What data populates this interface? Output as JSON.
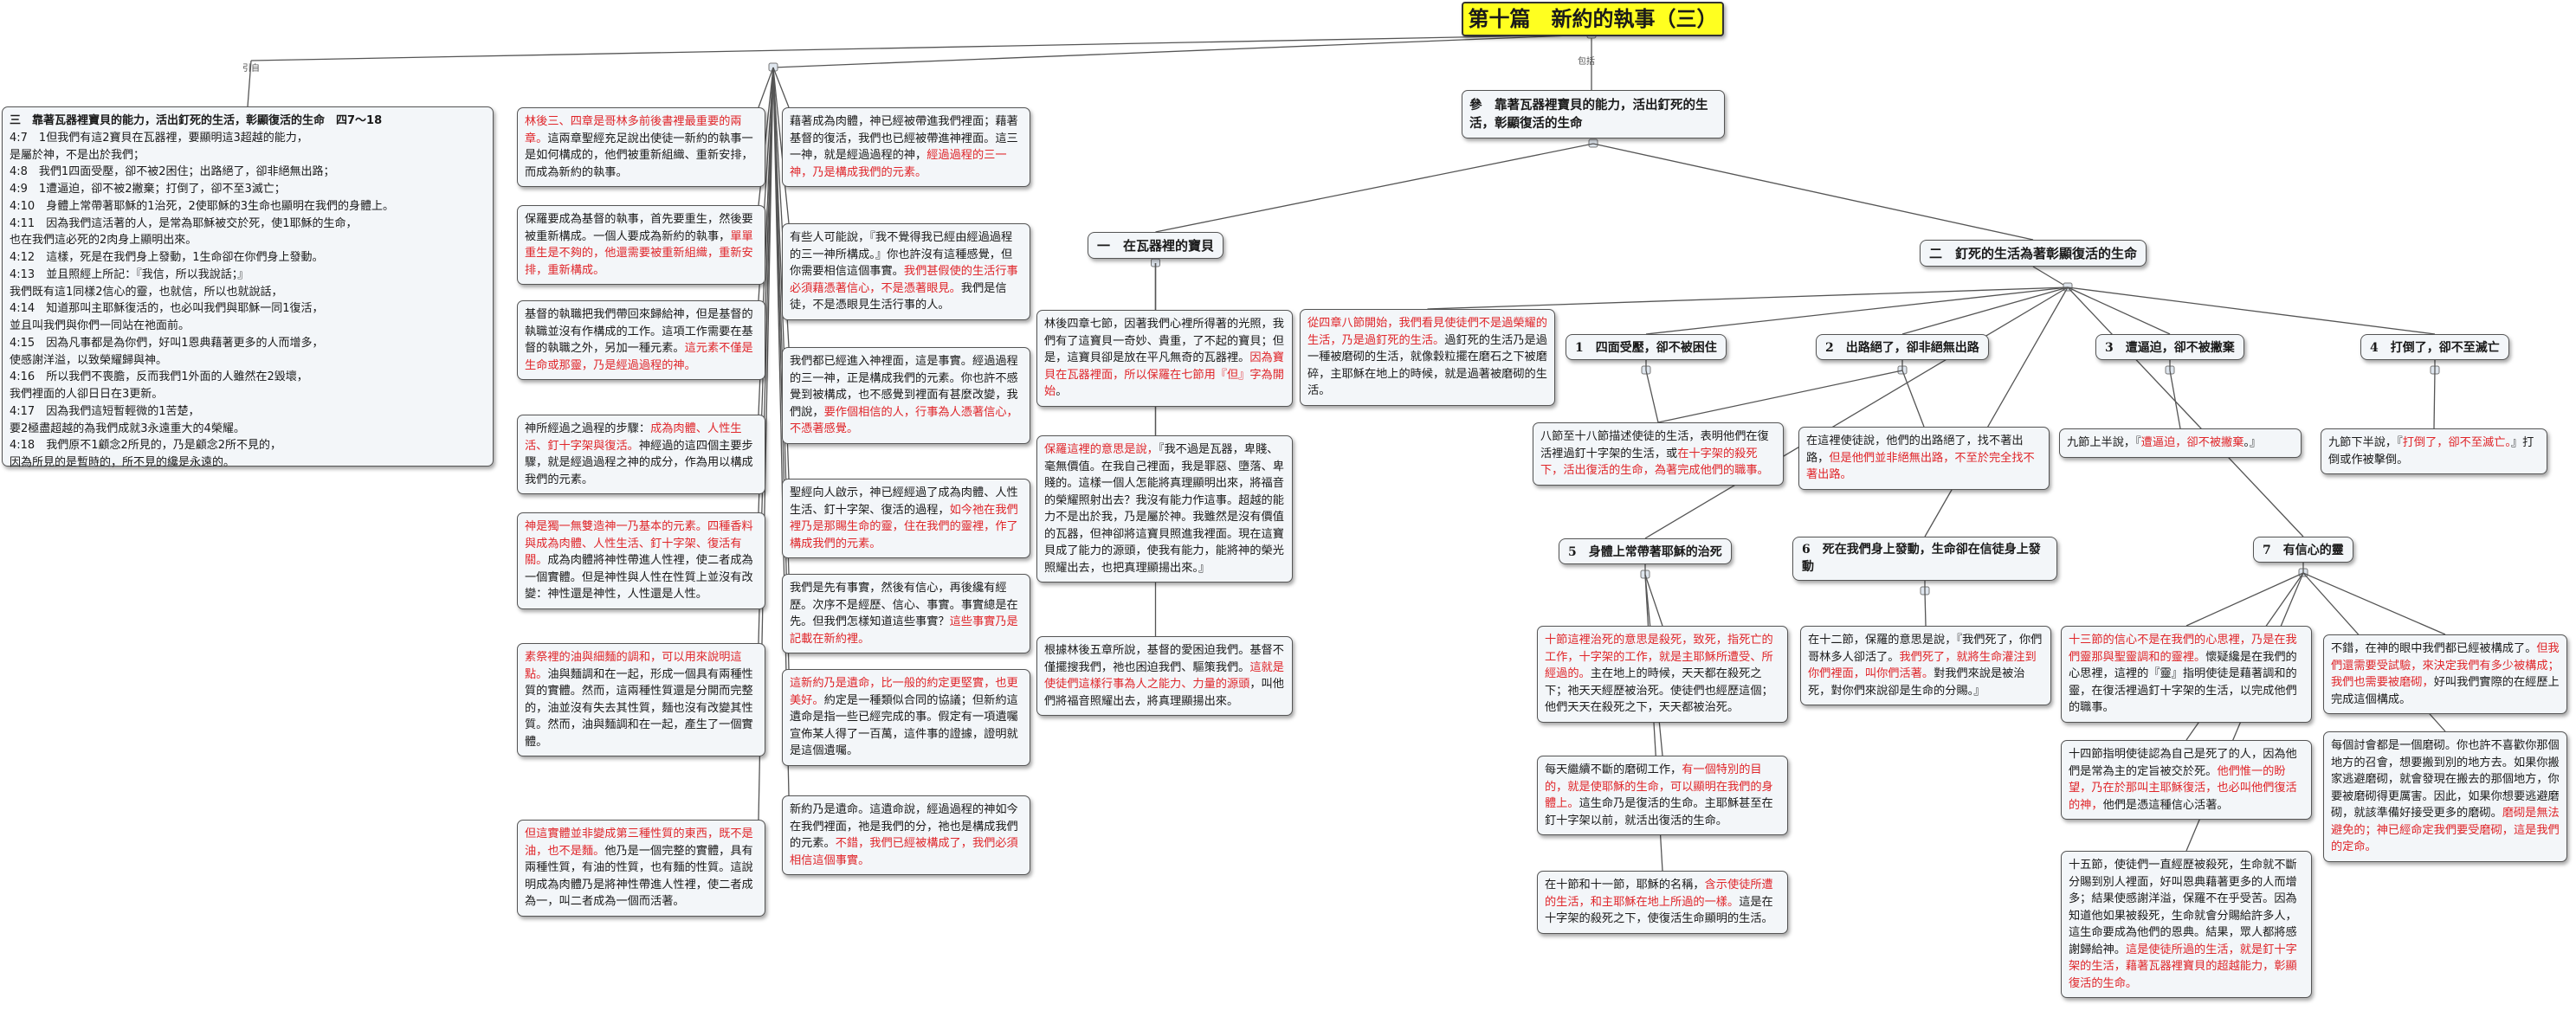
{
  "title": "第十篇　新約的執事（三）",
  "link_labels": {
    "yin": "引自",
    "bao": "包括"
  },
  "quote": {
    "heading": "三　靠著瓦器裡寶貝的能力，活出釘死的生活，彰顯復活的生命　四7～18",
    "lines": [
      "4:7　1但我們有這2寶貝在瓦器裡，要顯明這3超越的能力，",
      "是屬於神，不是出於我們；",
      "4:8　我們1四面受壓，卻不被2困住；出路絕了，卻非絕無出路；",
      "4:9　1遭逼迫，卻不被2撇棄；打倒了，卻不至3滅亡；",
      "4:10　身體上常帶著耶穌的1治死，2使耶穌的3生命也顯明在我們的身體上。",
      "4:11　因為我們這活著的人，是常為耶穌被交於死，使1耶穌的生命，",
      "也在我們這必死的2肉身上顯明出來。",
      "4:12　這樣，死是在我們身上發動，1生命卻在你們身上發動。",
      "4:13　並且照經上所記：『我信，所以我說話；』",
      "我們既有這1同樣2信心的靈，也就信，所以也就說話，",
      "4:14　知道那叫主耶穌復活的，也必叫我們與耶穌一同1復活，",
      "並且叫我們與你們一同站在祂面前。",
      "4:15　因為凡事都是為你們，好叫1恩典藉著更多的人而增多，",
      "使感謝洋溢，以致榮耀歸與神。",
      "4:16　所以我們不喪膽，反而我們1外面的人雖然在2毀壞，",
      "我們裡面的人卻日日在3更新。",
      "4:17　因為我們這短暫輕微的1苦楚，",
      "要2極盡超越的為我們成就3永遠重大的4榮耀。",
      "4:18　我們原不1顧念2所見的，乃是顧念2所不見的，",
      "因為所見的是暫時的，所不見的纔是永遠的。"
    ]
  },
  "col1": [
    [
      [
        "林後三、四章是哥林多前後書裡最重要",
        "r"
      ],
      [
        "的兩章。",
        "r"
      ],
      [
        "這兩章聖經充足說出使徒一新",
        "n"
      ],
      [
        "約的執事一是如何構成的，他們被重新",
        "n"
      ],
      [
        "組織、重新安排，而成為新約的執事。",
        "n"
      ]
    ],
    [
      [
        "保羅要成為基督的執事，首先要重生，",
        "n"
      ],
      [
        "然後要被重新構成。一個人要成為新約",
        "n"
      ],
      [
        "的執事，",
        "n"
      ],
      [
        "單單重生是不夠的，他還需要",
        "r"
      ],
      [
        "被重新組織，重新安排，重新構成。",
        "r"
      ]
    ],
    [
      [
        "基督的執職把我們帶回來歸給神，但是",
        "n"
      ],
      [
        "基督的執職並沒有作構成的工作。這項",
        "n"
      ],
      [
        "工作需要在基督的執職之外，另加一",
        "n"
      ],
      [
        "種元素。",
        "n"
      ],
      [
        "這元素不僅是生命或那靈，乃",
        "r"
      ],
      [
        "是經過過程的神。",
        "r"
      ]
    ],
    [
      [
        "神所經過之過程的步驟：",
        "n"
      ],
      [
        "成為肉體、人",
        "r"
      ],
      [
        "性生活、釘十字架與復活。",
        "r"
      ],
      [
        "神經過的這",
        "n"
      ],
      [
        "四個主要步驟，就是經過過程之神的成",
        "n"
      ],
      [
        "分，作為用以構成我們的元素。",
        "n"
      ]
    ],
    [
      [
        "神是獨一無雙造神一乃基本的元素。四種",
        "r"
      ],
      [
        "香料與成為肉體、人性生活、釘十字架",
        "r"
      ],
      [
        "、復活有關。",
        "r"
      ],
      [
        "成為肉體將神性帶進人性",
        "n"
      ],
      [
        "裡，使二者成為一個實體。但是神性與",
        "n"
      ],
      [
        "人性在性質上並沒有改變：神性還是神",
        "n"
      ],
      [
        "性，人性還是人性。",
        "n"
      ]
    ],
    [
      [
        "素祭裡的油與細麵的調和，可以用來說",
        "r"
      ],
      [
        "明這點。",
        "r"
      ],
      [
        "油與麵調和在一起，形成一個",
        "n"
      ],
      [
        "具有兩種性質的實體。然而，這兩種性",
        "n"
      ],
      [
        "質還是分開而完整的，油並沒有失去其",
        "n"
      ],
      [
        "性質，麵也沒有改變其性質。然而，油",
        "n"
      ],
      [
        "與麵調和在一起，產生了一個實體。",
        "n"
      ]
    ],
    [
      [
        "但這實體並非變成第三種性質的東西，",
        "r"
      ],
      [
        "既不是油，也不是麵。",
        "r"
      ],
      [
        "他乃是一個完整",
        "n"
      ],
      [
        "的實體，具有兩種性質，有油的性質，",
        "n"
      ],
      [
        "也有麵的性質。這說明成為肉體乃是將",
        "n"
      ],
      [
        "神性帶進人性裡，使二者成為一，叫二",
        "n"
      ],
      [
        "者成為一個而活著。",
        "n"
      ]
    ]
  ],
  "col2": [
    [
      [
        "藉著成為肉體，神已經被帶進我們裡面",
        "n"
      ],
      [
        "；藉著基督的復活，我們也已經被帶進",
        "n"
      ],
      [
        "神裡面。這三一神，就是經過過程的",
        "n"
      ],
      [
        "神，",
        "n"
      ],
      [
        "經過過程的三一神，乃是構成我們",
        "r"
      ],
      [
        "的元素。",
        "r"
      ]
    ],
    [
      [
        "有些人可能說，『我不覺得我已經由經",
        "n"
      ],
      [
        "過過程的三一神所構成。』你也許沒有",
        "n"
      ],
      [
        "這種感覺，但你需要相信這個事實。",
        "n"
      ],
      [
        "我",
        "r"
      ],
      [
        "們甚假使的生活行事必須藉憑著信心，",
        "r"
      ],
      [
        "不是憑著眼見。",
        "r"
      ],
      [
        "我們是信徒，不是憑眼",
        "n"
      ],
      [
        "見生活行事的人。",
        "n"
      ]
    ],
    [
      [
        "我們都已經進入神裡面，這是事實。經",
        "n"
      ],
      [
        "過過程的三一神，正是構成我們的元素",
        "n"
      ],
      [
        "。你也許不感覺到被構成，也不感覺到",
        "n"
      ],
      [
        "裡面有甚麼改變，我們說，",
        "n"
      ],
      [
        "要作個相信",
        "r"
      ],
      [
        "的人，行事為人憑著信心，不憑著感覺",
        "r"
      ],
      [
        "。",
        "r"
      ]
    ],
    [
      [
        "聖經向人啟示，神已經經過了成為肉體",
        "n"
      ],
      [
        "、人性生活、釘十字架、復活的過程，",
        "n"
      ],
      [
        "如今祂在我們裡乃是那賜生命的靈，住",
        "r"
      ],
      [
        "在我們的靈裡，作了構成我們的元素。",
        "r"
      ]
    ],
    [
      [
        "我們是先有事實，然後有信心，再後纔",
        "n"
      ],
      [
        "有經歷。次序不是經歷、信心、事實。",
        "n"
      ],
      [
        "事實總是在先。但我們怎樣知道這些事",
        "n"
      ],
      [
        "實？",
        "n"
      ],
      [
        "這些事實乃是記載在新約裡。",
        "r"
      ]
    ],
    [
      [
        "這新約乃是遺命，比一般的約定更堅實",
        "r"
      ],
      [
        "，也更美好。",
        "r"
      ],
      [
        "約定是一種類似合同的協",
        "n"
      ],
      [
        "議；但新約這遺命是指一些已經完成的",
        "n"
      ],
      [
        "事。假定有一項遺囑宣佈某人得了一百",
        "n"
      ],
      [
        "萬，這件事的證據，證明就是這個遺囑",
        "n"
      ],
      [
        "。",
        "n"
      ]
    ],
    [
      [
        "新約乃是遺命。這遺命說，經過過程的",
        "n"
      ],
      [
        "神如今在我們裡面，祂是我們的分，祂",
        "n"
      ],
      [
        "也是構成我們的元素。",
        "n"
      ],
      [
        "不錯，我們已經",
        "r"
      ],
      [
        "被構成了，我們必須相信這個事實。",
        "r"
      ]
    ]
  ],
  "main": {
    "text": "參　靠著瓦器裡寶貝的能力，活出釘死的生活，彰顯復活的生命",
    "b1": "一　在瓦器裡的寶貝",
    "b2": "二　釘死的生活為著彰顯復活的生命"
  },
  "b1_nodes": [
    [
      [
        "林後四章七節，因著我們心裡所得著的",
        "n"
      ],
      [
        "光照，我們有了這寶貝一奇妙、貴重，",
        "n"
      ],
      [
        "了不起的寶貝；但是，這寶貝卻是放在",
        "n"
      ],
      [
        "平凡無奇的瓦器裡。",
        "n"
      ],
      [
        "因為寶貝在瓦器裡",
        "r"
      ],
      [
        "面，所以保羅在七節用『但』字為開始",
        "r"
      ],
      [
        "。",
        "n"
      ]
    ],
    [
      [
        "保羅這裡的意思是說，",
        "r"
      ],
      [
        "『我不過是瓦器",
        "n"
      ],
      [
        "，卑賤、毫無價值。在我自己裡面，我",
        "n"
      ],
      [
        "是罪惡、墮落、卑賤的。這樣一個人怎",
        "n"
      ],
      [
        "能將真理顯明出來，將福音的榮耀照射",
        "n"
      ],
      [
        "出去？我沒有能力作這事。超越的能力",
        "n"
      ],
      [
        "不是出於我，乃是屬於神。我雖然是沒",
        "n"
      ],
      [
        "有價值的瓦器，但神卻將這寶貝照進我",
        "n"
      ],
      [
        "裡面。現在這寶貝成了能力的源頭，使",
        "n"
      ],
      [
        "我有能力，能將神的榮光照耀出去，也",
        "n"
      ],
      [
        "把真理顯揚出來。』",
        "n"
      ]
    ],
    [
      [
        "根據林後五章所說，基督的愛困迫我們",
        "n"
      ],
      [
        "。基督不僅擺搜我們，祂也困迫我們、",
        "n"
      ],
      [
        "驅策我們。",
        "n"
      ],
      [
        "這就是使徒們這樣行事為人",
        "r"
      ],
      [
        "之能力、力量的源頭",
        "r"
      ],
      [
        "，叫他們將福音照",
        "n"
      ],
      [
        "耀出去，將真理顯揚出來。",
        "n"
      ]
    ]
  ],
  "b2_intro": [
    [
      "從四章八節開始，我們看見使徒們不是",
      "r"
    ],
    [
      "過榮耀的生活，乃是過釘死的生活。",
      "r"
    ],
    [
      "過",
      "n"
    ],
    [
      "釘死的生活乃是過一種被磨砌的生活，",
      "n"
    ],
    [
      "就像穀粒擺在磨石之下被磨碎，主耶穌",
      "n"
    ],
    [
      "在地上的時候，就是過著被磨砌的生活",
      "n"
    ],
    [
      "。",
      "n"
    ]
  ],
  "sub_titles": [
    "1　四面受壓，卻不被困住",
    "2　出路絕了，卻非絕無出路",
    "3　遭逼迫，卻不被撇棄",
    "4　打倒了，卻不至滅亡",
    "5　身體上常帶著耶穌的治死",
    "6　死在我們身上發動，生命卻在信徒身上發動",
    "7　有信心的靈"
  ],
  "sub_nodes": {
    "s12": [
      [
        "八節至十八節描述使徒的生活，表明他",
        "n"
      ],
      [
        "們在復活裡過釘十字架的生活，或",
        "n"
      ],
      [
        "在十",
        "r"
      ],
      [
        "字架的殺死下，活出復活的生命，為著",
        "r"
      ],
      [
        "完成他們的職事。",
        "r"
      ]
    ],
    "s2": [
      [
        "在這裡使徒說，他們的出路絕了，找不",
        "n"
      ],
      [
        "著出路，",
        "n"
      ],
      [
        "但是他們並非絕無出路，不至",
        "r"
      ],
      [
        "於完全找不著出路。",
        "r"
      ]
    ],
    "s3": [
      [
        "九節上半說，『",
        "n"
      ],
      [
        "遭逼迫，卻不被撇棄",
        "r"
      ],
      [
        "。",
        "n"
      ],
      [
        "』",
        "n"
      ]
    ],
    "s4": [
      [
        "九節下半說，『",
        "n"
      ],
      [
        "打倒了，卻不至滅亡。",
        "r"
      ],
      [
        "』打倒或作被擊倒。",
        "n"
      ]
    ],
    "s5a": [
      [
        "十節這裡治死的意思是殺死，致死，指",
        "r"
      ],
      [
        "死亡的工作，十字架的工作，就是主耶穌",
        "r"
      ],
      [
        "所遭受、所經過的。",
        "r"
      ],
      [
        "主在地上的時候，",
        "n"
      ],
      [
        "天天都在殺死之下；祂天天經歷被治死",
        "n"
      ],
      [
        "。使徒們也經歷這個；他們天天在殺死",
        "n"
      ],
      [
        "之下，天天都被治死。",
        "n"
      ]
    ],
    "s5b": [
      [
        "每天繼續不斷的磨砌工作，",
        "n"
      ],
      [
        "有一個特別",
        "r"
      ],
      [
        "的目的，就是使耶穌的生命，可以顯明",
        "r"
      ],
      [
        "在我們的身體上。",
        "r"
      ],
      [
        "這生命乃是復活的生",
        "n"
      ],
      [
        "命。主耶穌甚至在釘十字架以前，就活",
        "n"
      ],
      [
        "出復活的生命。",
        "n"
      ]
    ],
    "s5c": [
      [
        "在十節和十一節，耶穌的名稱，",
        "n"
      ],
      [
        "含示使",
        "r"
      ],
      [
        "徒所遭的生活，和主耶穌在地上所過的",
        "r"
      ],
      [
        "一樣。",
        "r"
      ],
      [
        "這是在十字架的殺死之下，使復",
        "n"
      ],
      [
        "活生命顯明的生活。",
        "n"
      ]
    ],
    "s6": [
      [
        "在十二節，保羅的意思是說，『我們死",
        "n"
      ],
      [
        "了，你們哥林多人卻活了。",
        "n"
      ],
      [
        "我們死了，",
        "r"
      ],
      [
        "就將生命灌注到你們裡面，叫你們活著",
        "r"
      ],
      [
        "。",
        "r"
      ],
      [
        "對我們來說是被治死，對你們來說卻",
        "n"
      ],
      [
        "是生命的分賜。』",
        "n"
      ]
    ],
    "s7a": [
      [
        "十三節的信心不是在我們的心思裡，乃",
        "r"
      ],
      [
        "是在我們靈那與聖靈調和的靈裡。",
        "r"
      ],
      [
        "懷疑纔",
        "n"
      ],
      [
        "是在我們的心思裡，這裡的『靈』指明",
        "n"
      ],
      [
        "使徒是藉著調和的靈，在復活裡過釘十",
        "n"
      ],
      [
        "字架的生活，以完成他們的職事。",
        "n"
      ]
    ],
    "s7b": [
      [
        "不錯，在神的眼中我們都已經被構成了",
        "n"
      ],
      [
        "。",
        "n"
      ],
      [
        "但我們還需要受試驗，來決定我們有",
        "r"
      ],
      [
        "多少被構成；我們也需要被磨砌，",
        "r"
      ],
      [
        "好叫",
        "n"
      ],
      [
        "我們實際的在經歷上完成這個構成。",
        "n"
      ]
    ],
    "s7c": [
      [
        "十四節指明使徒認為自己是死了的人，",
        "n"
      ],
      [
        "因為他們是常為主的定旨被交於死。",
        "n"
      ],
      [
        "他",
        "r"
      ],
      [
        "們惟一的盼望，乃在於那叫主耶穌復活",
        "r"
      ],
      [
        "，也必叫他們復活的神，",
        "r"
      ],
      [
        "他們是憑這種",
        "n"
      ],
      [
        "信心活著。",
        "n"
      ]
    ],
    "s7d": [
      [
        "每個討會都是一個磨砌。你也許不喜歡",
        "n"
      ],
      [
        "你那個地方的召會，想要搬到別的地方",
        "n"
      ],
      [
        "去。如果你搬家逃避磨砌，就會發現在",
        "n"
      ],
      [
        "搬去的那個地方，你要被磨砌得更厲害",
        "n"
      ],
      [
        "。因此，如果你想要逃避磨砌，就該",
        "n"
      ],
      [
        "準備好接受更多的磨砌。",
        "n"
      ],
      [
        "磨砌是無法避",
        "r"
      ],
      [
        "免的；神已經命定我們要受磨砌，這是",
        "r"
      ],
      [
        "我們的定命。",
        "r"
      ]
    ],
    "s7e": [
      [
        "十五節，使徒們一直經歷被殺死，生命就",
        "n"
      ],
      [
        "不斷分賜到別人裡面，好叫恩典藉著更",
        "n"
      ],
      [
        "多的人而增多；結果使感謝洋溢，保羅",
        "n"
      ],
      [
        "不在乎受苦。因為知道他如果被殺死，",
        "n"
      ],
      [
        "生命就會分賜給許多人，這生命要成為",
        "n"
      ],
      [
        "他們的恩典。結果，眾人都將感謝歸給",
        "n"
      ],
      [
        "神。",
        "n"
      ],
      [
        "這是使徒所過的生活，就是釘十",
        "r"
      ],
      [
        "字架的生活，藉著瓦器裡寶貝的超越能",
        "r"
      ],
      [
        "力，彰顯復活的生命。",
        "r"
      ]
    ]
  }
}
